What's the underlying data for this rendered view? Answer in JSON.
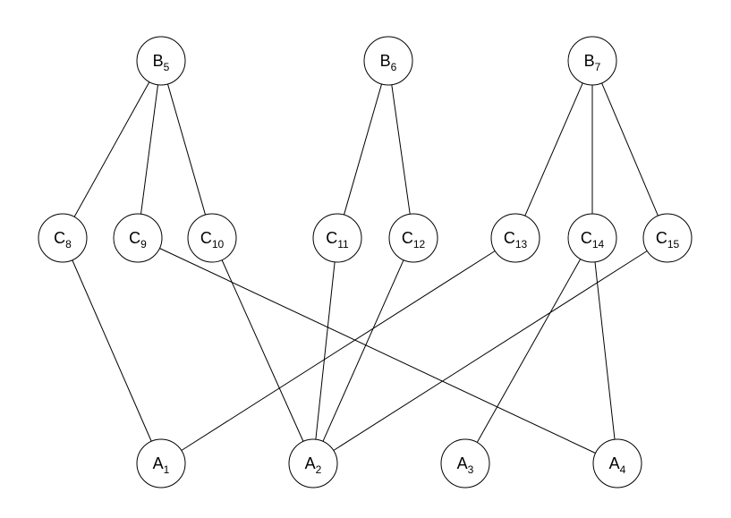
{
  "diagram": {
    "type": "graph",
    "nodes": [
      {
        "id": "B5",
        "base": "B",
        "sub": "5"
      },
      {
        "id": "B6",
        "base": "B",
        "sub": "6"
      },
      {
        "id": "B7",
        "base": "B",
        "sub": "7"
      },
      {
        "id": "C8",
        "base": "C",
        "sub": "8"
      },
      {
        "id": "C9",
        "base": "C",
        "sub": "9"
      },
      {
        "id": "C10",
        "base": "C",
        "sub": "10"
      },
      {
        "id": "C11",
        "base": "C",
        "sub": "11"
      },
      {
        "id": "C12",
        "base": "C",
        "sub": "12"
      },
      {
        "id": "C13",
        "base": "C",
        "sub": "13"
      },
      {
        "id": "C14",
        "base": "C",
        "sub": "14"
      },
      {
        "id": "C15",
        "base": "C",
        "sub": "15"
      },
      {
        "id": "A1",
        "base": "A",
        "sub": "1"
      },
      {
        "id": "A2",
        "base": "A",
        "sub": "2"
      },
      {
        "id": "A3",
        "base": "A",
        "sub": "3"
      },
      {
        "id": "A4",
        "base": "A",
        "sub": "4"
      }
    ],
    "edges": [
      [
        "B5",
        "C8"
      ],
      [
        "B5",
        "C9"
      ],
      [
        "B5",
        "C10"
      ],
      [
        "B6",
        "C11"
      ],
      [
        "B6",
        "C12"
      ],
      [
        "B7",
        "C13"
      ],
      [
        "B7",
        "C14"
      ],
      [
        "B7",
        "C15"
      ],
      [
        "C8",
        "A1"
      ],
      [
        "C9",
        "A4"
      ],
      [
        "C10",
        "A2"
      ],
      [
        "C11",
        "A2"
      ],
      [
        "C12",
        "A2"
      ],
      [
        "C13",
        "A1"
      ],
      [
        "C14",
        "A3"
      ],
      [
        "C14",
        "A4"
      ],
      [
        "C15",
        "A2"
      ]
    ]
  }
}
